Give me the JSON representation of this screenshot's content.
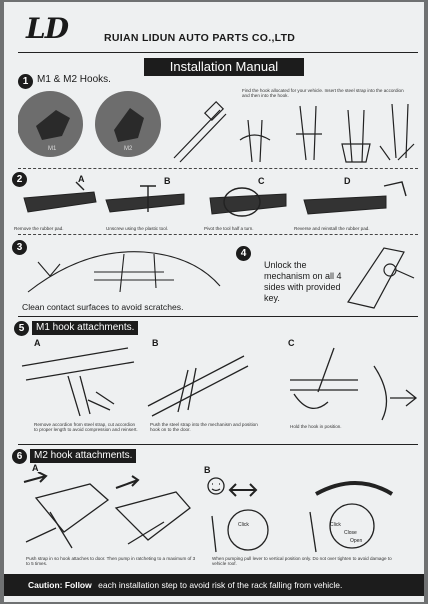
{
  "header": {
    "logo": "LD",
    "company": "RUIAN LIDUN AUTO PARTS CO.,LTD",
    "manual_title": "Installation Manual"
  },
  "step1": {
    "number": "1",
    "title": "M1 & M2 Hooks.",
    "hook1_label": "M1",
    "hook2_label": "M2",
    "note": "Find the hook allocated for your vehicle. Insert the steel strap into the accordion and then into the hook."
  },
  "step2": {
    "number": "2",
    "labels": [
      "A",
      "B",
      "C",
      "D"
    ],
    "captions": [
      "Remove the rubber pad.",
      "Unscrew using the plastic tool.",
      "Pivot the tool half a turn.",
      "Reverse and reinstall the rubber pad."
    ]
  },
  "step3": {
    "number": "3",
    "caption": "Clean contact surfaces to avoid scratches."
  },
  "step4": {
    "number": "4",
    "caption": "Unlock the mechanism on all 4 sides with provided key."
  },
  "step5": {
    "number": "5",
    "title": "M1 hook attachments.",
    "labels": [
      "A",
      "B",
      "C"
    ],
    "caption_a": "Remove accordion from steel strap, cut accordion to proper length to avoid compression and reinsert.",
    "caption_b": "Push the steel strap into the mechanism and position hook on to the door.",
    "caption_c": "Hold the hook in position."
  },
  "step6": {
    "number": "6",
    "title": "M2 hook attachments.",
    "labels": [
      "A",
      "B"
    ],
    "caption_a": "Push strap in so hook attaches to door. Then pump in ratcheting to a maximum of 3 to 5 times.",
    "caption_b": "When pumping pull lever to vertical position only. Do not over tighten to avoid damage to vehicle roof.",
    "click_label": "Click",
    "close_label": "Close",
    "open_label": "Open"
  },
  "caution": {
    "label": "Caution: Follow",
    "text": "each installation step to avoid risk of the rack falling from vehicle."
  },
  "colors": {
    "ink": "#1c1c1c",
    "paper": "#eef0f1",
    "background": "#6f7172"
  }
}
